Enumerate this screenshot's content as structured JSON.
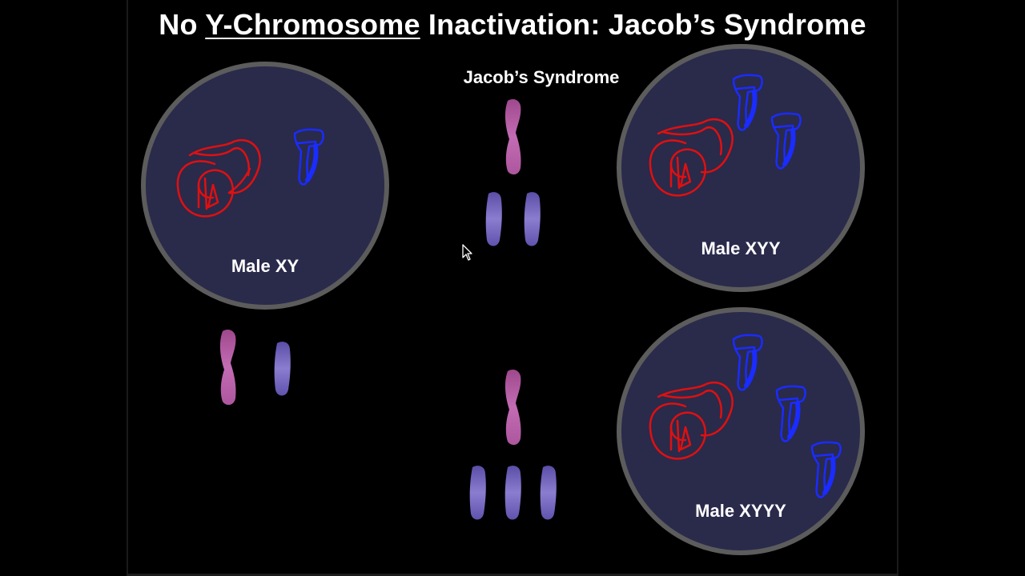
{
  "slide": {
    "title_before": "No ",
    "title_underlined": "Y-Chromosome",
    "title_after": " Inactivation: Jacob’s Syndrome",
    "subtitle": "Jacob’s Syndrome"
  },
  "cells": [
    {
      "label": "Male XY",
      "x_count": 1,
      "y_count": 1
    },
    {
      "label": "Male XYY",
      "x_count": 1,
      "y_count": 2
    },
    {
      "label": "Male XYYY",
      "x_count": 1,
      "y_count": 3
    }
  ],
  "karyotypes": [
    {
      "group": "Male XY",
      "x": 1,
      "y": 1
    },
    {
      "group": "Male XYY",
      "x": 1,
      "y": 2
    },
    {
      "group": "Male XYYY",
      "x": 1,
      "y": 3
    }
  ],
  "colors": {
    "background": "#000000",
    "cell_fill": "#2a2a4b",
    "cell_border": "#5c5c5c",
    "x_scribble": "#e01010",
    "y_scribble": "#1a2cff",
    "x_chromosome": "#d070c8",
    "y_chromosome": "#7f70d8"
  },
  "icons": {
    "cursor": "mouse-pointer-icon"
  }
}
